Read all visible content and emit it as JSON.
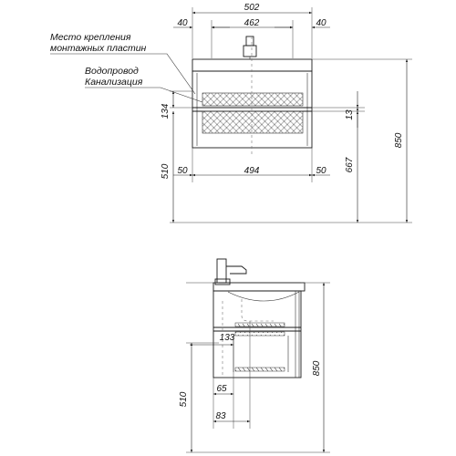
{
  "notes": {
    "mount_line1": "Место крепления",
    "mount_line2": "монтажных пластин",
    "water": "Водопровод",
    "sewer": "Канализация"
  },
  "front_view": {
    "width_total": "502",
    "left_offset": "40",
    "inner_width": "462",
    "right_offset": "40",
    "side_height": "134",
    "gap": "13",
    "height_667": "667",
    "height_total": "850",
    "height_510": "510",
    "bottom_left": "50",
    "bottom_inner": "494",
    "bottom_right": "50"
  },
  "side_view": {
    "dim_133": "133",
    "dim_65": "65",
    "dim_83": "83",
    "height_510": "510",
    "height_total": "850"
  }
}
